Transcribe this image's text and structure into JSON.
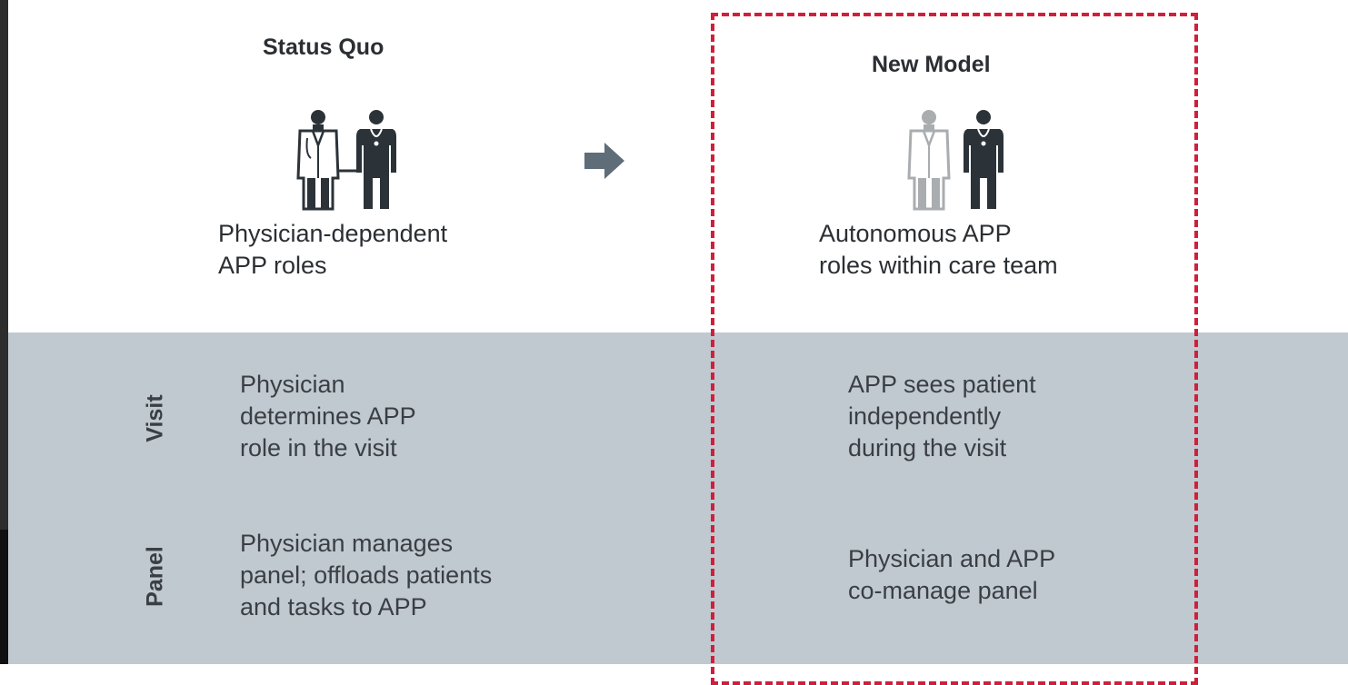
{
  "status_quo": {
    "heading": "Status Quo",
    "caption": "Physician-dependent\nAPP roles",
    "icons": [
      "physician-icon",
      "app-icon"
    ]
  },
  "new_model": {
    "heading": "New Model",
    "caption": "Autonomous APP\nroles within care team",
    "icons": [
      "physician-icon",
      "app-icon"
    ]
  },
  "transition_icon": "right-arrow-icon",
  "rows": [
    {
      "label": "Visit",
      "status_quo": "Physician\ndetermines APP\nrole in the visit",
      "new_model": "APP sees patient\nindependently\nduring the visit"
    },
    {
      "label": "Panel",
      "status_quo": "Physician manages\npanel; offloads patients\nand tasks to APP",
      "new_model": "Physician and APP\nco-manage panel"
    }
  ],
  "colors": {
    "band": "#c0c9d0",
    "dashed_border": "#d01f3c",
    "figure_dark": "#2b3338",
    "figure_faded": "#a9adb0",
    "arrow": "#5f6d78"
  }
}
